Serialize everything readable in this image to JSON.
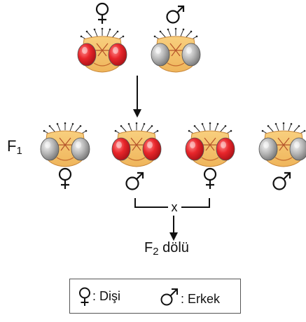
{
  "parents": [
    {
      "sex": "female",
      "eye_color": "red"
    },
    {
      "sex": "male",
      "eye_color": "white"
    }
  ],
  "f1_label": {
    "letter": "F",
    "subscript": "1"
  },
  "f1": [
    {
      "sex": "female",
      "eye_color": "white"
    },
    {
      "sex": "male",
      "eye_color": "red"
    },
    {
      "sex": "female",
      "eye_color": "red"
    },
    {
      "sex": "male",
      "eye_color": "white"
    }
  ],
  "cross_symbol": "x",
  "f2_label": {
    "letter": "F",
    "subscript": "2",
    "suffix": " dölü"
  },
  "legend": {
    "female_label": ": Dişi",
    "male_label": ": Erkek"
  },
  "colors": {
    "red_eye": "#e8262b",
    "white_eye": "#a9a9a9",
    "head": "#f5c36a",
    "stroke": "#111111"
  },
  "icons": {
    "female": "female-symbol-icon",
    "male": "male-symbol-icon",
    "fly": "fruit-fly-head-icon"
  }
}
